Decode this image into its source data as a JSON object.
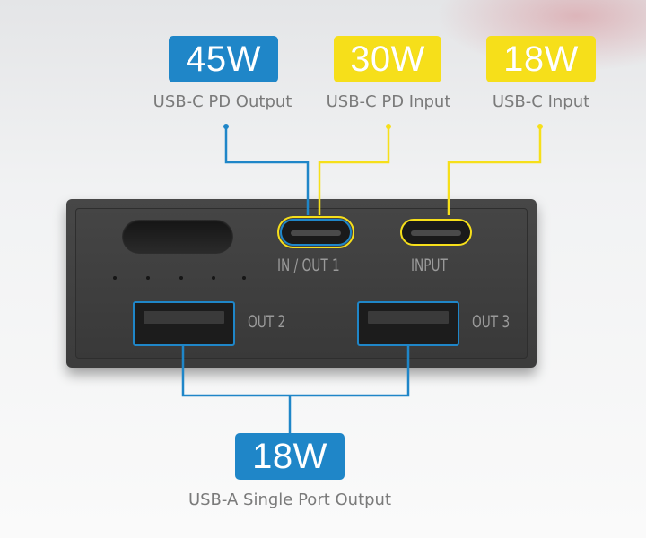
{
  "badges": {
    "usb_c_pd_output": {
      "watts": "45W",
      "caption": "USB-C PD Output",
      "color": "#1f86c8"
    },
    "usb_c_pd_input": {
      "watts": "30W",
      "caption": "USB-C PD Input",
      "color": "#f6df1a"
    },
    "usb_c_input": {
      "watts": "18W",
      "caption": "USB-C Input",
      "color": "#f6df1a"
    },
    "usb_a_output": {
      "watts": "18W",
      "caption": "USB-A Single Port Output",
      "color": "#1f86c8"
    }
  },
  "ports": {
    "in_out_1": "IN / OUT 1",
    "input": "INPUT",
    "out_2": "OUT 2",
    "out_3": "OUT 3"
  },
  "colors": {
    "blue": "#1f86c8",
    "yellow": "#f6df1a",
    "device": "#3f3f3f"
  }
}
